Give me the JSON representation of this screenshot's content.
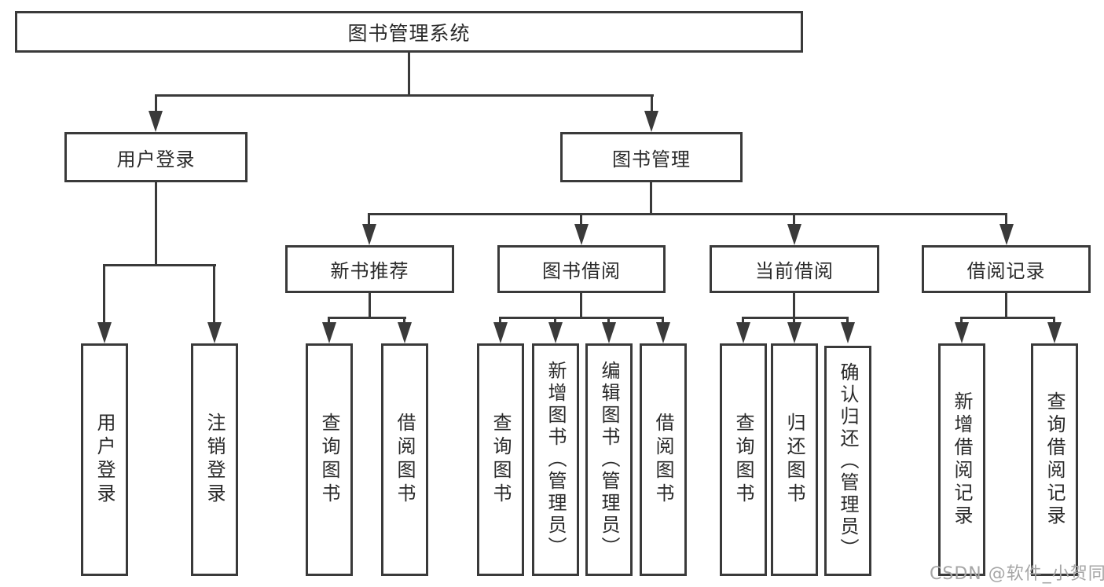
{
  "diagram": {
    "title": "图书管理系统",
    "level2": [
      {
        "id": "user-login",
        "label": "用户登录"
      },
      {
        "id": "book-management",
        "label": "图书管理"
      }
    ],
    "level3": [
      {
        "id": "new-book-recommend",
        "label": "新书推荐"
      },
      {
        "id": "book-borrow",
        "label": "图书借阅"
      },
      {
        "id": "current-borrow",
        "label": "当前借阅"
      },
      {
        "id": "borrow-records",
        "label": "借阅记录"
      }
    ],
    "leaves": {
      "user_login": [
        "用户登录",
        "注销登录"
      ],
      "new_book_recommend": [
        "查询图书",
        "借阅图书"
      ],
      "book_borrow": [
        "查询图书",
        "新增图书（管理员）",
        "编辑图书（管理员）",
        "借阅图书"
      ],
      "current_borrow": [
        "查询图书",
        "归还图书",
        "确认归还（管理员）"
      ],
      "borrow_records": [
        "新增借阅记录",
        "查询借阅记录"
      ]
    },
    "watermark": "CSDN @软件_小贺同学",
    "colors": {
      "line": "#3a3a3a",
      "text": "#2a2a2a",
      "background": "#ffffff",
      "watermark": "#a6a6a6"
    }
  }
}
